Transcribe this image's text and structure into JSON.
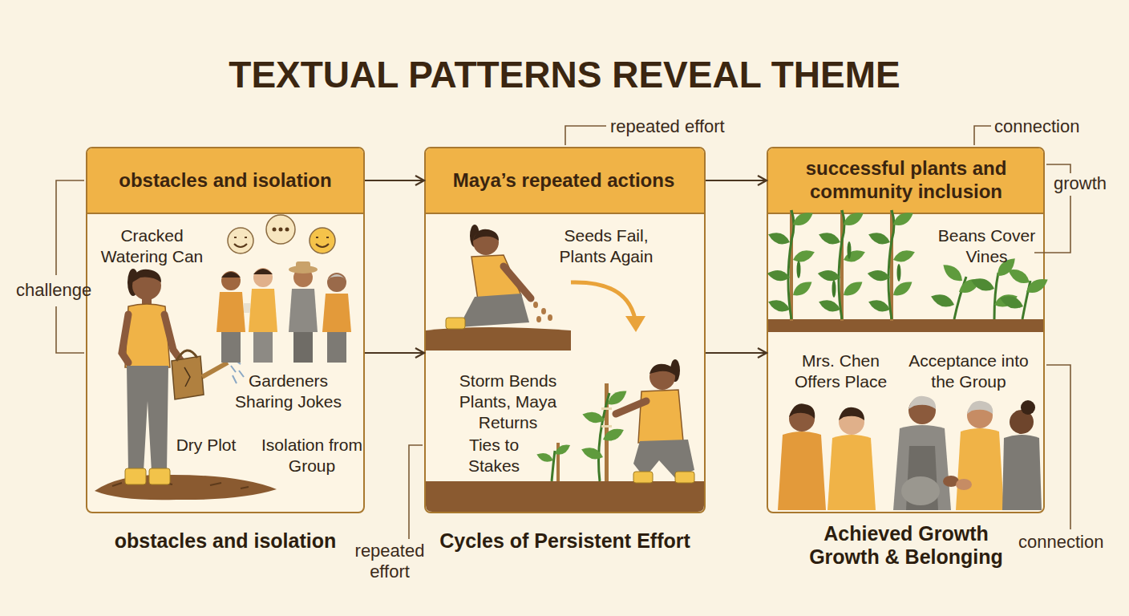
{
  "diagram": {
    "title": "TEXTUAL PATTERNS REVEAL THEME",
    "nodes": [
      {
        "text": [
          "obstacles and isolation",
          "Cracked Watering Can",
          "Gardeners Sharing Jokes",
          "Dry Plot",
          "Isolation from Group",
          "obstacles and isolation"
        ]
      },
      {
        "text": [
          "Maya’s repeated actions",
          "Seeds Fail, Plants Again",
          "Storm Bends Plants, Maya Returns",
          "Ties to Stakes",
          "Cycles of Persistent Effort"
        ]
      },
      {
        "text": [
          "successful plants and community inclusion",
          "Beans Cover Vines",
          "Mrs. Chen Offers Place",
          "Acceptance into the Group",
          "Achieved Growth Growth & Belonging"
        ]
      }
    ],
    "edges": [
      {
        "from": 0,
        "to": 1,
        "arrow": "to"
      },
      {
        "from": 0,
        "to": 1,
        "arrow": "to"
      },
      {
        "from": 1,
        "to": 2,
        "arrow": "to"
      },
      {
        "from": 1,
        "to": 2,
        "arrow": "to"
      }
    ],
    "labels": [
      "challenge",
      "repeated effort",
      "connection",
      "growth",
      "repeated effort",
      "connection"
    ]
  }
}
